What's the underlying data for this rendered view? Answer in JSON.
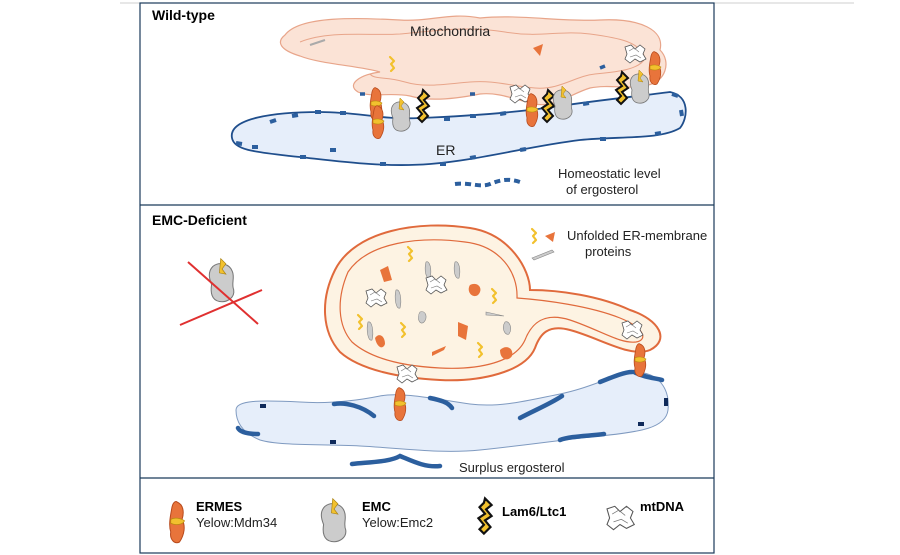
{
  "panels": {
    "wild_type": {
      "title": "Wild-type",
      "mito_label": "Mitochondria",
      "er_label": "ER",
      "homeostatic_line1": "Homeostatic level",
      "homeostatic_line2": "of ergosterol"
    },
    "emc_deficient": {
      "title": "EMC-Deficient",
      "unfolded_line1": "Unfolded ER-membrane",
      "unfolded_line2": "proteins",
      "surplus_label": "Surplus ergosterol"
    }
  },
  "legend": {
    "ermes_title": "ERMES",
    "ermes_sub": "Yelow:Mdm34",
    "emc_title": "EMC",
    "emc_sub": "Yelow:Emc2",
    "lam_title": "Lam6/Ltc1",
    "mtdna_title": "mtDNA"
  },
  "colors": {
    "ermes_orange": "#e8743b",
    "yellow": "#f2c12e",
    "emc_gray": "#cccccc",
    "er_fill": "#e6eefa",
    "er_stroke": "#1f4e8c",
    "ergosterol_blue": "#2c5f9e",
    "mito_fill_wt": "#fbe3d6",
    "mito_fill_emc": "#fdf3e3",
    "mito_stroke": "#e06a3c",
    "cross_red": "#e03030"
  }
}
